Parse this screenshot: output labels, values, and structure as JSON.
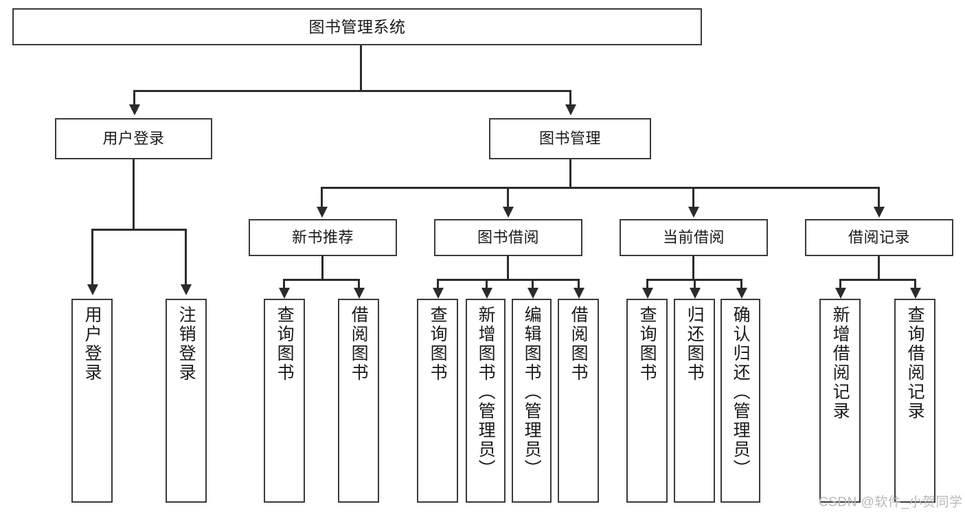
{
  "diagram": {
    "type": "hierarchy-tree",
    "title": "图书管理系统",
    "root": {
      "label": "图书管理系统"
    },
    "level1": [
      {
        "label": "用户登录"
      },
      {
        "label": "图书管理"
      }
    ],
    "level2": [
      {
        "label": "新书推荐",
        "parent": "图书管理"
      },
      {
        "label": "图书借阅",
        "parent": "图书管理"
      },
      {
        "label": "当前借阅",
        "parent": "图书管理"
      },
      {
        "label": "借阅记录",
        "parent": "图书管理"
      }
    ],
    "leaves": [
      {
        "label": "用户登录",
        "parent": "用户登录"
      },
      {
        "label": "注销登录",
        "parent": "用户登录"
      },
      {
        "label": "查询图书",
        "parent": "新书推荐"
      },
      {
        "label": "借阅图书",
        "parent": "新书推荐"
      },
      {
        "label": "查询图书",
        "parent": "图书借阅"
      },
      {
        "label": "新增图书（管理员）",
        "parent": "图书借阅"
      },
      {
        "label": "编辑图书（管理员）",
        "parent": "图书借阅"
      },
      {
        "label": "借阅图书",
        "parent": "图书借阅"
      },
      {
        "label": "查询图书",
        "parent": "当前借阅"
      },
      {
        "label": "归还图书",
        "parent": "当前借阅"
      },
      {
        "label": "确认归还（管理员）",
        "parent": "当前借阅"
      },
      {
        "label": "新增借阅记录",
        "parent": "借阅记录"
      },
      {
        "label": "查询借阅记录",
        "parent": "借阅记录"
      }
    ]
  },
  "watermark": {
    "text": "CSDN @软件_小贺同学"
  },
  "colors": {
    "box_border": "#3a3a3a",
    "connector": "#2b2b2b",
    "background": "#ffffff",
    "text": "#1a1a1a",
    "watermark": "#b9b9b9"
  }
}
